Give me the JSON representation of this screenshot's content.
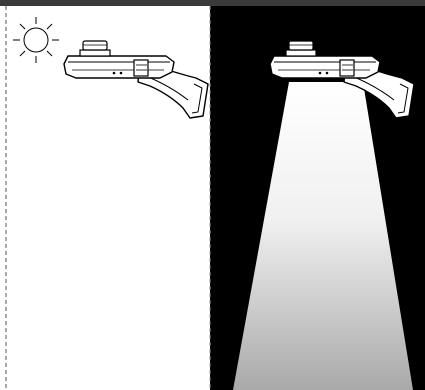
{
  "diagram": {
    "panels": [
      {
        "id": "day",
        "state": "light off",
        "background": "#ffffff",
        "icon": "sun-icon"
      },
      {
        "id": "night",
        "state": "light on",
        "background": "#000000",
        "icon": "light-beam"
      }
    ],
    "fixture": "street-light-fixture",
    "colors": {
      "day_background": "#ffffff",
      "night_background": "#000000",
      "top_strip": "#3a3a3a",
      "outline": "#000000",
      "beam_top": "#ffffff",
      "beam_bottom": "#a9a9a9",
      "divider": "#9a9a9a"
    }
  }
}
